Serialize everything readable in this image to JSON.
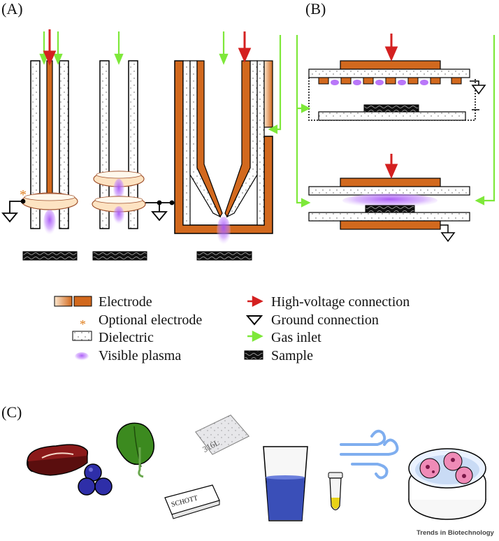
{
  "panels": {
    "a": "(A)",
    "b": "(B)",
    "c": "(C)"
  },
  "legend": {
    "electrode": "Electrode",
    "optional_electrode": "Optional electrode",
    "optional_marker": "*",
    "dielectric": "Dielectric",
    "plasma": "Visible plasma",
    "hv": "High-voltage connection",
    "ground": "Ground connection",
    "gas": "Gas inlet",
    "sample": "Sample"
  },
  "samples": {
    "glass_slide": "SCHOTT",
    "steel_mesh": "316L"
  },
  "credit": "Trends in Biotechnology",
  "colors": {
    "electrode": "#d2691e",
    "hv": "#d42020",
    "gas": "#7ee83a",
    "plasma": "#a855f7",
    "ground": "#000000"
  },
  "icons": [
    "meat-icon",
    "blueberries-icon",
    "spinach-icon",
    "steel-mesh-icon",
    "glass-slide-icon",
    "water-glass-icon",
    "tube-icon",
    "air-icon",
    "petri-dish-icon"
  ]
}
